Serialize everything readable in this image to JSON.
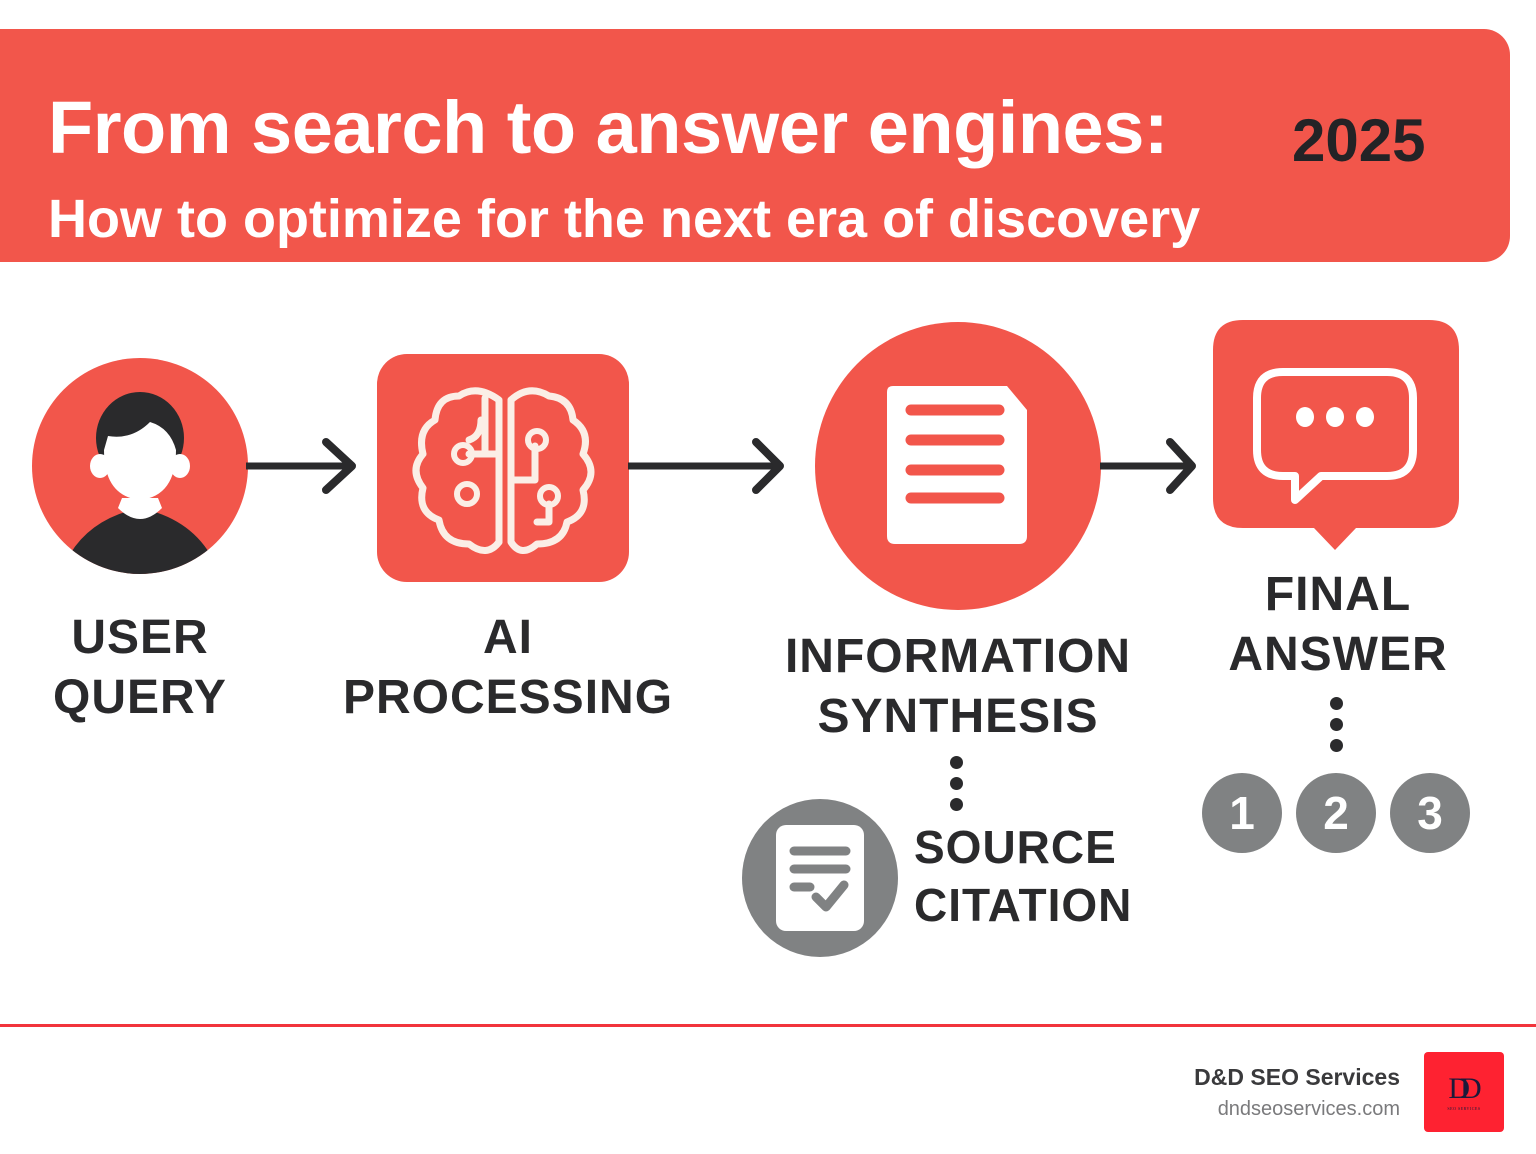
{
  "header": {
    "title": "From search to answer engines:",
    "year": "2025",
    "subtitle": "How to optimize for the next era of discovery"
  },
  "flow": {
    "steps": [
      {
        "id": "user-query",
        "label_line1": "USER",
        "label_line2": "QUERY",
        "icon": "user-icon",
        "shape": "circle"
      },
      {
        "id": "ai-processing",
        "label_line1": "AI",
        "label_line2": "PROCESSING",
        "icon": "brain-circuit-icon",
        "shape": "rounded-square"
      },
      {
        "id": "information-synthesis",
        "label_line1": "INFORMATION",
        "label_line2": "SYNTHESIS",
        "icon": "document-icon",
        "shape": "circle"
      },
      {
        "id": "final-answer",
        "label_line1": "FINAL",
        "label_line2": "ANSWER",
        "icon": "chat-bubble-icon",
        "shape": "speech-bubble"
      }
    ],
    "arrows": [
      "arrow-right-icon",
      "arrow-right-icon",
      "arrow-right-icon"
    ],
    "source_citation": {
      "label_line1": "SOURCE",
      "label_line2": "CITATION",
      "icon": "document-check-icon"
    },
    "answer_badges": [
      "1",
      "2",
      "3"
    ]
  },
  "colors": {
    "accent": "#f2564b",
    "dark": "#2a2a2c",
    "gray": "#808283",
    "footer_line": "#f2343c",
    "logo_bg": "#fe2231"
  },
  "footer": {
    "company": "D&D SEO Services",
    "url": "dndseoservices.com",
    "logo_monogram": "DD",
    "logo_tagline": "SEO SERVICES"
  }
}
